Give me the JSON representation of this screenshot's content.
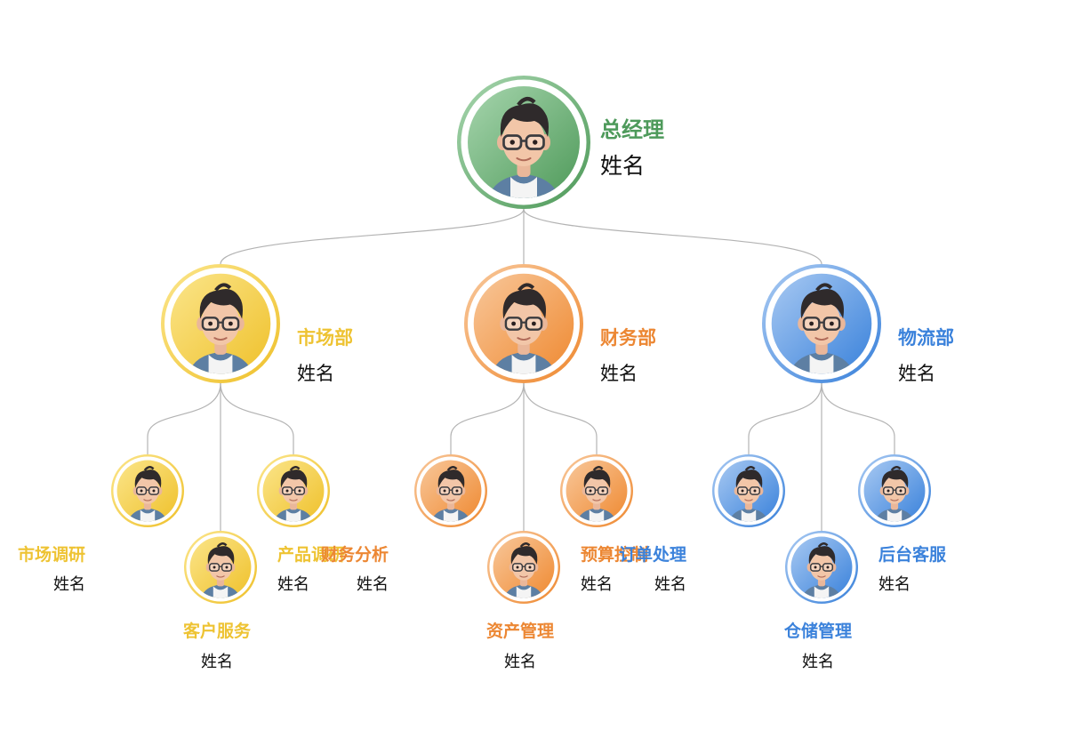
{
  "colors": {
    "green": {
      "dark": "#4f9a5a",
      "light": "#a6d5ad",
      "text": "#4e9a5b"
    },
    "yellow": {
      "dark": "#efc12c",
      "light": "#fbe58a",
      "text": "#eec333"
    },
    "orange": {
      "dark": "#ef8a32",
      "light": "#f8c79a",
      "text": "#ec8733"
    },
    "blue": {
      "dark": "#3a82db",
      "light": "#a8c9f2",
      "text": "#3b82db"
    },
    "connector": "#b3b3b3"
  },
  "org": {
    "root": {
      "title": "总经理",
      "name": "姓名",
      "color": "green",
      "icon": "avatar-icon"
    },
    "departments": [
      {
        "title": "市场部",
        "name": "姓名",
        "color": "yellow",
        "icon": "avatar-icon",
        "teams": [
          {
            "title": "市场调研",
            "name": "姓名"
          },
          {
            "title": "客户服务",
            "name": "姓名"
          },
          {
            "title": "产品调研",
            "name": "姓名"
          }
        ]
      },
      {
        "title": "财务部",
        "name": "姓名",
        "color": "orange",
        "icon": "avatar-icon",
        "teams": [
          {
            "title": "财务分析",
            "name": "姓名"
          },
          {
            "title": "资产管理",
            "name": "姓名"
          },
          {
            "title": "预算控制",
            "name": "姓名"
          }
        ]
      },
      {
        "title": "物流部",
        "name": "姓名",
        "color": "blue",
        "icon": "avatar-icon",
        "teams": [
          {
            "title": "订单处理",
            "name": "姓名"
          },
          {
            "title": "仓储管理",
            "name": "姓名"
          },
          {
            "title": "后台客服",
            "name": "姓名"
          }
        ]
      }
    ]
  }
}
